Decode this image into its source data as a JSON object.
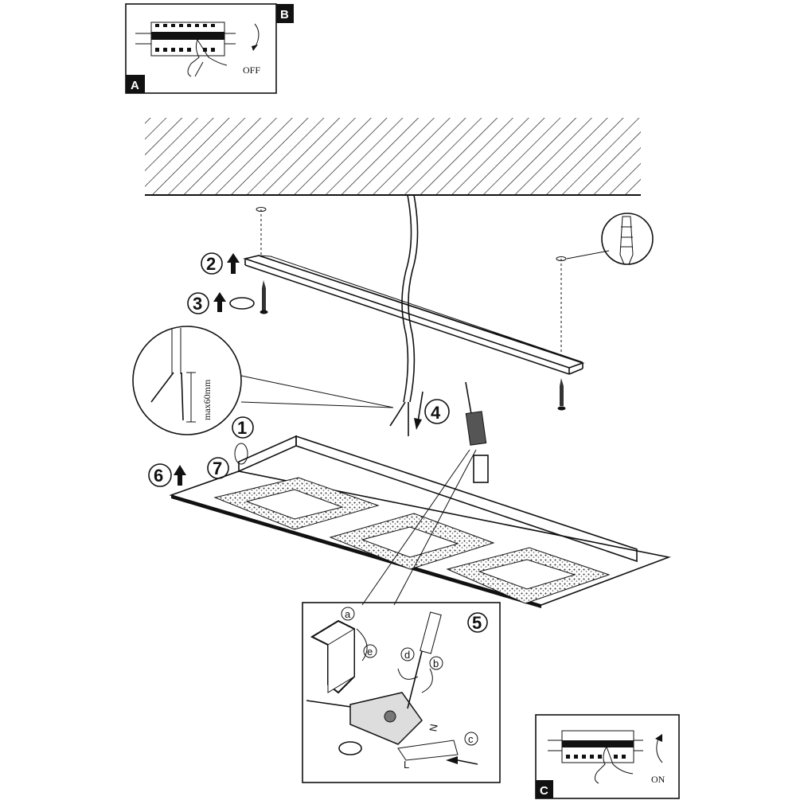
{
  "panels": {
    "a": {
      "tag": "A",
      "state_label": "OFF"
    },
    "b": {
      "tag": "B"
    },
    "c": {
      "tag": "C",
      "state_label": "ON"
    }
  },
  "steps": [
    "1",
    "2",
    "3",
    "4",
    "5",
    "6",
    "7"
  ],
  "detail_steps": [
    "a",
    "b",
    "c",
    "d",
    "e"
  ],
  "wire_strip_label": "max60mm",
  "terminal_labels": {
    "neutral": "N",
    "live": "L"
  }
}
